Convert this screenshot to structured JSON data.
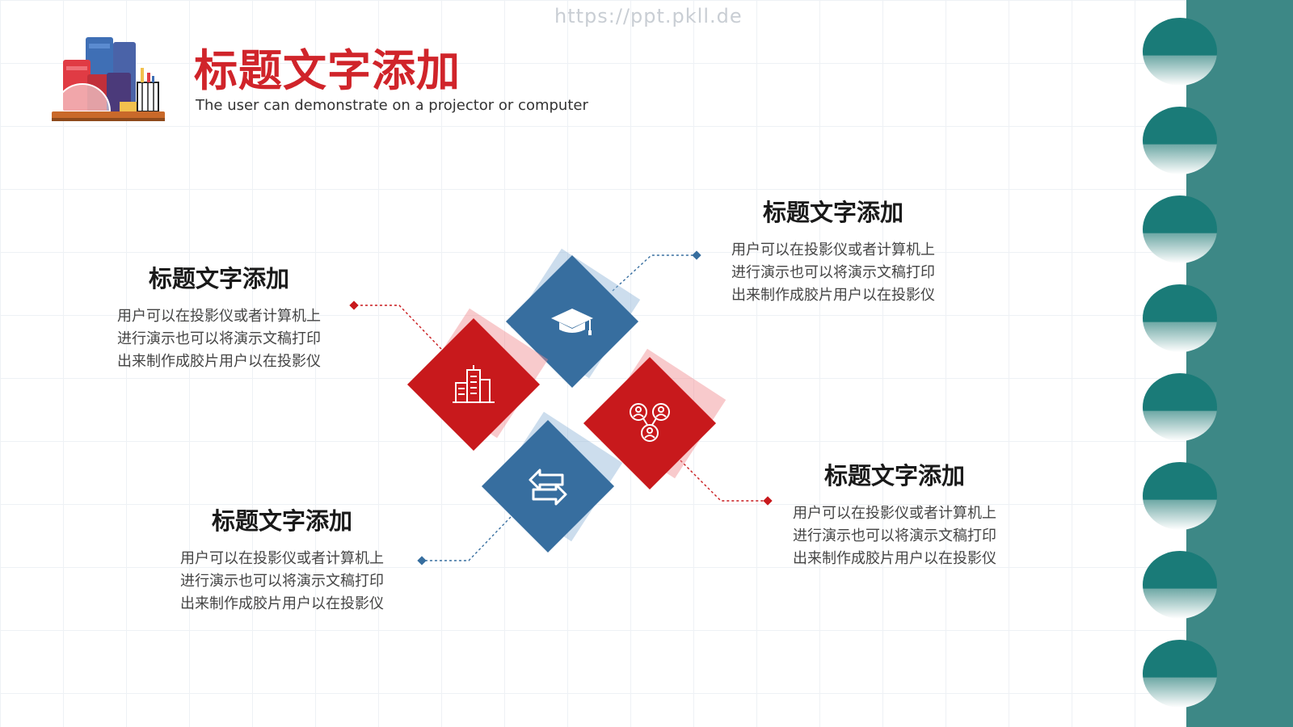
{
  "watermark": "https://ppt.pkll.de",
  "header": {
    "title": "标题文字添加",
    "subtitle": "The user can demonstrate on a projector or computer"
  },
  "colors": {
    "red": "#c8191c",
    "blue": "#376e9f",
    "teal": "#3d8886",
    "ring": "#1a7b78"
  },
  "blocks": [
    {
      "title": "标题文字添加",
      "lines": [
        "用户可以在投影仪或者计算机上",
        "进行演示也可以将演示文稿打印",
        "出来制作成胶片用户以在投影仪"
      ]
    },
    {
      "title": "标题文字添加",
      "lines": [
        "用户可以在投影仪或者计算机上",
        "进行演示也可以将演示文稿打印",
        "出来制作成胶片用户以在投影仪"
      ]
    },
    {
      "title": "标题文字添加",
      "lines": [
        "用户可以在投影仪或者计算机上",
        "进行演示也可以将演示文稿打印",
        "出来制作成胶片用户以在投影仪"
      ]
    },
    {
      "title": "标题文字添加",
      "lines": [
        "用户可以在投影仪或者计算机上",
        "进行演示也可以将演示文稿打印",
        "出来制作成胶片用户以在投影仪"
      ]
    }
  ],
  "icons": {
    "top": "graduation-cap-icon",
    "left": "buildings-icon",
    "right": "people-network-icon",
    "bottom": "arrows-exchange-icon"
  }
}
